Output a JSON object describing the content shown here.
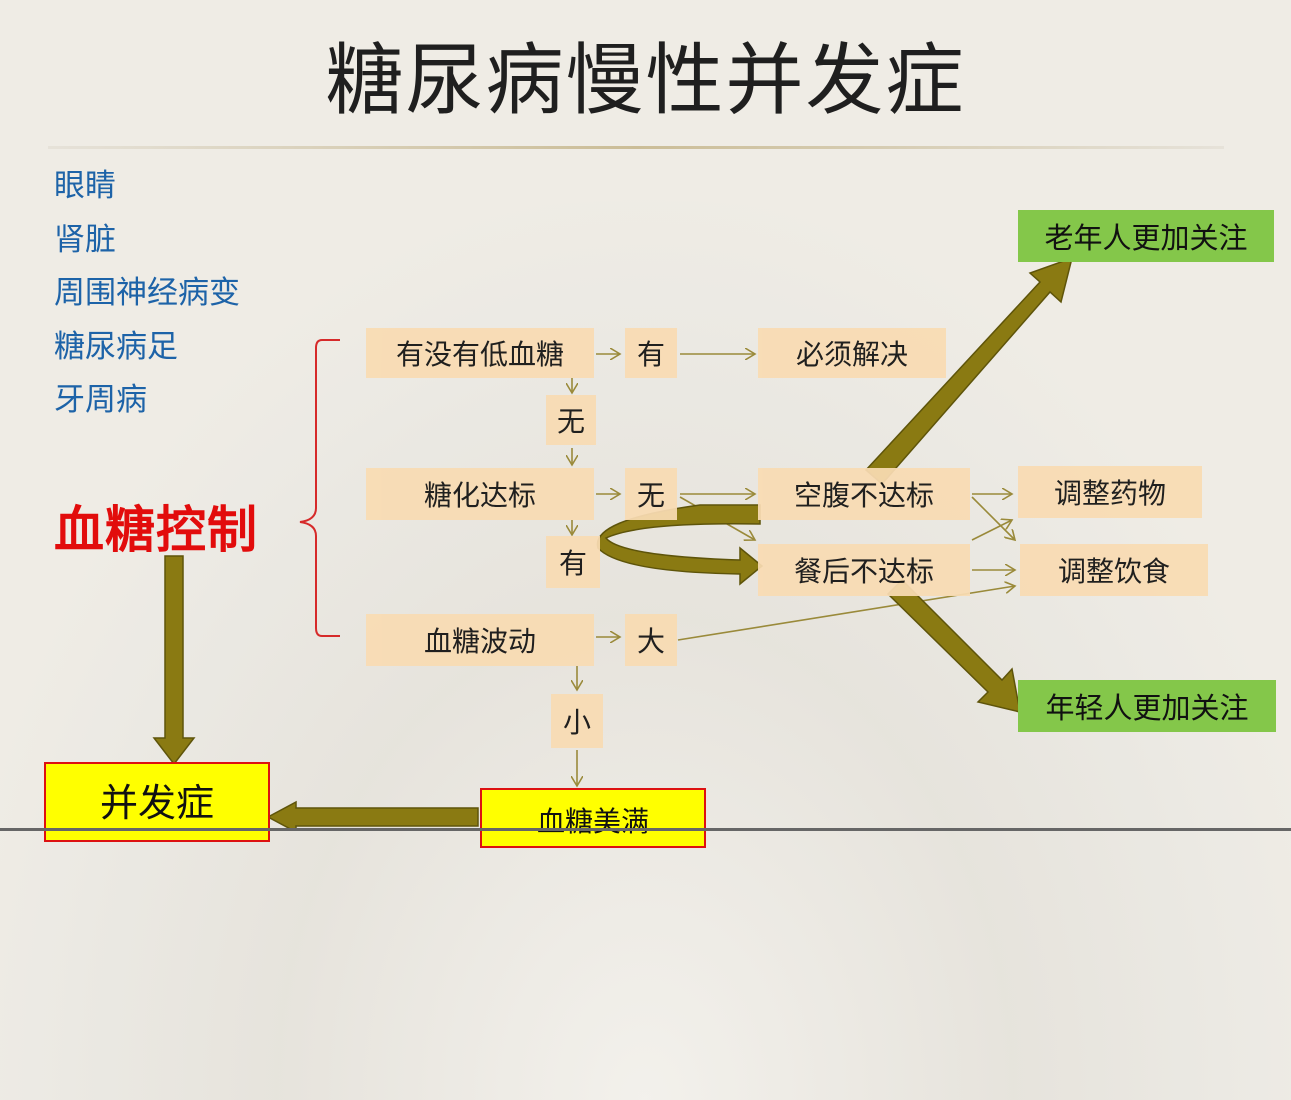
{
  "title": "糖尿病慢性并发症",
  "complications": [
    "眼睛",
    "肾脏",
    "周围神经病变",
    "糖尿病足",
    "牙周病"
  ],
  "main_topic": "血糖控制",
  "nodes": {
    "hypo_question": "有没有低血糖",
    "hypo_yes": "有",
    "must_solve": "必须解决",
    "hypo_no": "无",
    "hba1c": "糖化达标",
    "hba1c_no": "无",
    "hba1c_yes": "有",
    "fasting_fail": "空腹不达标",
    "postmeal_fail": "餐后不达标",
    "adjust_meds": "调整药物",
    "adjust_diet": "调整饮食",
    "fluctuation": "血糖波动",
    "fluct_big": "大",
    "fluct_small": "小",
    "elderly": "老年人更加关注",
    "young": "年轻人更加关注",
    "complication_box": "并发症",
    "perfect_glucose": "血糖美满"
  },
  "colors": {
    "list_text": "#1d63a8",
    "main_topic": "#e20c0c",
    "node_fill": "#f9dcb3",
    "green_fill": "#84c74a",
    "yellow_fill": "#ffff00",
    "arrow": "#8a7a12",
    "thin_arrow": "#9a8a3a"
  }
}
